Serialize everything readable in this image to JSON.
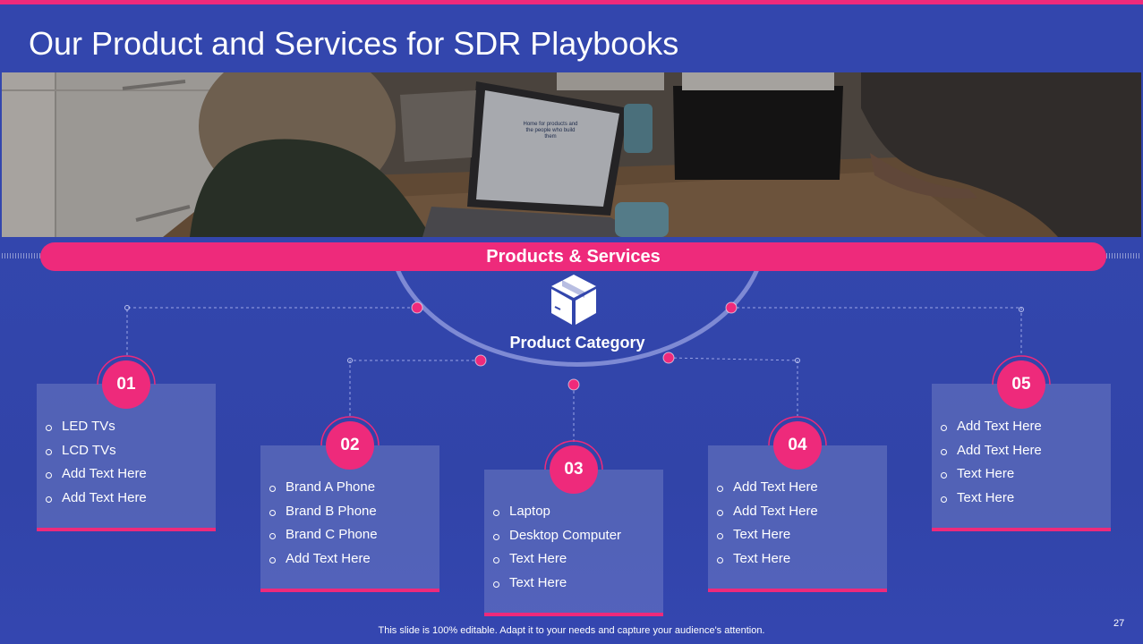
{
  "slide": {
    "title": "Our Product and Services for SDR Playbooks",
    "banner": "Products & Services",
    "category_label": "Product Category",
    "footer": "This slide is 100% editable. Adapt it to your needs and capture your audience's attention.",
    "page_number": "27"
  },
  "photo_screen": {
    "headline": "Home for products and the people who build them"
  },
  "icons": {
    "category": "cube-box-icon",
    "bullet": "circle-bullet-icon"
  },
  "colors": {
    "background": "#3346ad",
    "accent": "#ee2a7b",
    "text": "#ffffff"
  },
  "cards": [
    {
      "number": "01",
      "items": [
        "LED TVs",
        "LCD TVs",
        "Add Text Here",
        "Add Text Here"
      ]
    },
    {
      "number": "02",
      "items": [
        "Brand A Phone",
        "Brand B Phone",
        "Brand C Phone",
        "Add Text Here"
      ]
    },
    {
      "number": "03",
      "items": [
        "Laptop",
        "Desktop Computer",
        "Text Here",
        "Text Here"
      ]
    },
    {
      "number": "04",
      "items": [
        "Add Text Here",
        "Add Text Here",
        "Text Here",
        "Text Here"
      ]
    },
    {
      "number": "05",
      "items": [
        "Add Text Here",
        "Add Text Here",
        "Text Here",
        "Text Here"
      ]
    }
  ]
}
